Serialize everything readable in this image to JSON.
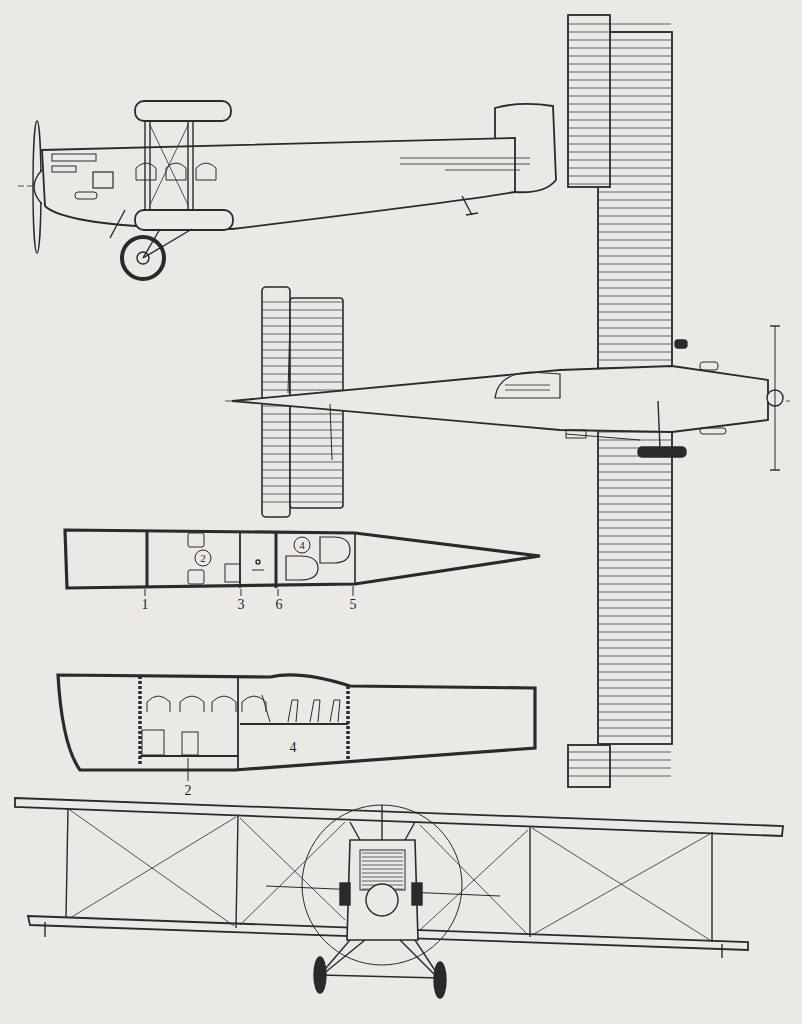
{
  "diagram": {
    "labels": [
      "2",
      "4",
      "1",
      "3",
      "6",
      "5",
      "4",
      "2"
    ]
  }
}
